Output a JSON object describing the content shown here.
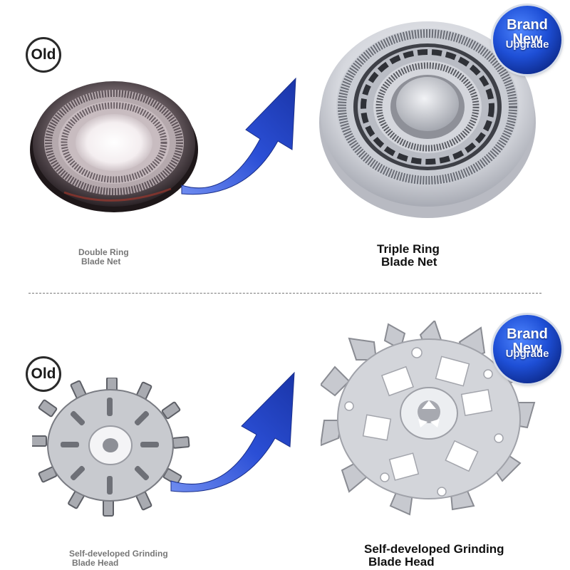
{
  "top": {
    "old_badge": "Old",
    "brand_badge": {
      "line1": "Brand",
      "line2": "New",
      "line3": "Upgrade"
    },
    "old_label": {
      "line1": "Double Ring",
      "line2": "Blade Net"
    },
    "new_label": {
      "line1": "Triple Ring",
      "line2": "Blade Net"
    }
  },
  "bottom": {
    "old_badge": "Old",
    "brand_badge": {
      "line1": "Brand",
      "line2": "New",
      "line3": "Upgrade"
    },
    "old_label": {
      "line1": "Self-developed Grinding",
      "line2": "Blade Head"
    },
    "new_label": {
      "line1": "Self-developed Grinding",
      "line2": "Blade Head"
    }
  },
  "icons": {
    "arrow": "upward-curved-arrow-icon",
    "badge": "brand-new-upgrade-badge-icon"
  },
  "colors": {
    "arrow_blue": "#2b4fd6",
    "badge_blue": "#1e4fd6",
    "metal_light": "#e6e8ec",
    "metal_dark": "#5a5c63"
  }
}
